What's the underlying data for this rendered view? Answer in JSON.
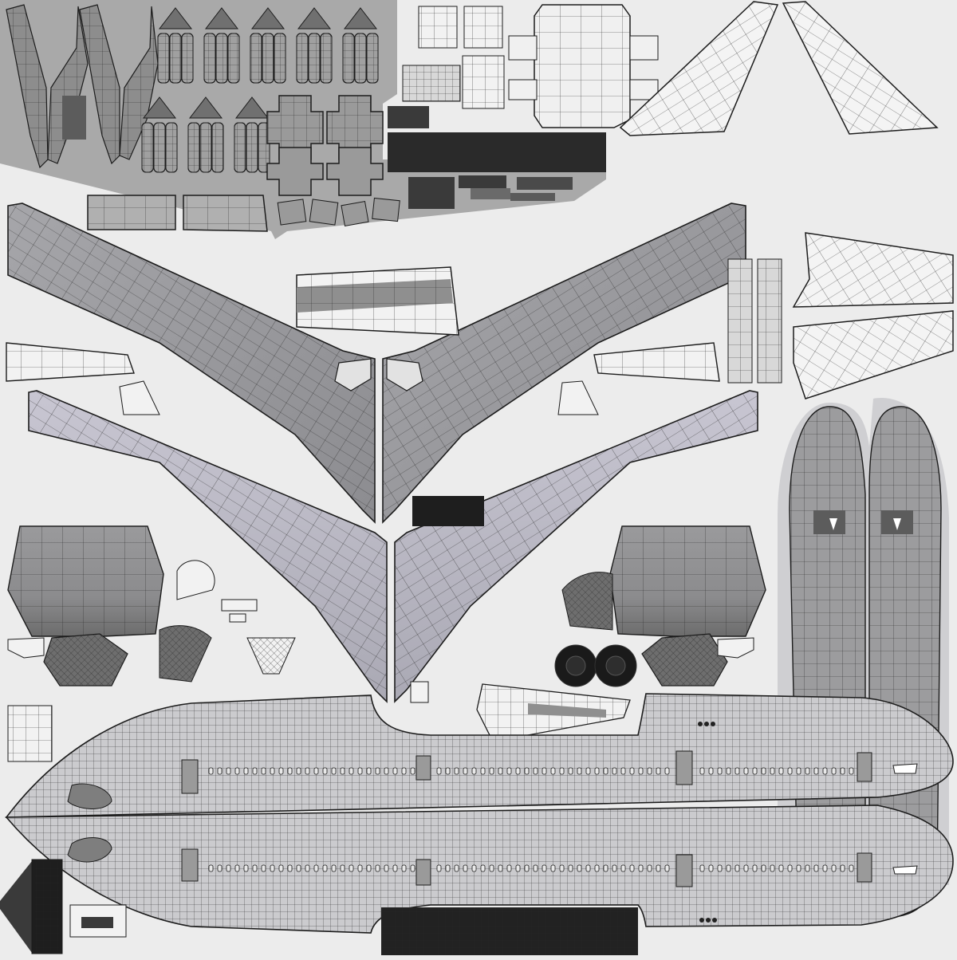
{
  "sheet": {
    "title": "",
    "background": "#ececec",
    "wire_color": "#1c1c1c",
    "shade_light": "#b6b6ba",
    "shade_mid": "#8f8f91",
    "shade_dark": "#5c5c5c",
    "panel_black": "#1e1e1e",
    "corner_label": ""
  },
  "parts": [
    "left-wing-upper",
    "right-wing-upper",
    "left-wing-lower",
    "right-wing-lower",
    "fuselage-upper",
    "fuselage-lower",
    "vertical-stabilizer-left",
    "vertical-stabilizer-right",
    "horizontal-stabilizers",
    "engine-nacelles",
    "engine-fans",
    "landing-gear-parts",
    "wheels",
    "belly-fairing",
    "cockpit-detail"
  ]
}
